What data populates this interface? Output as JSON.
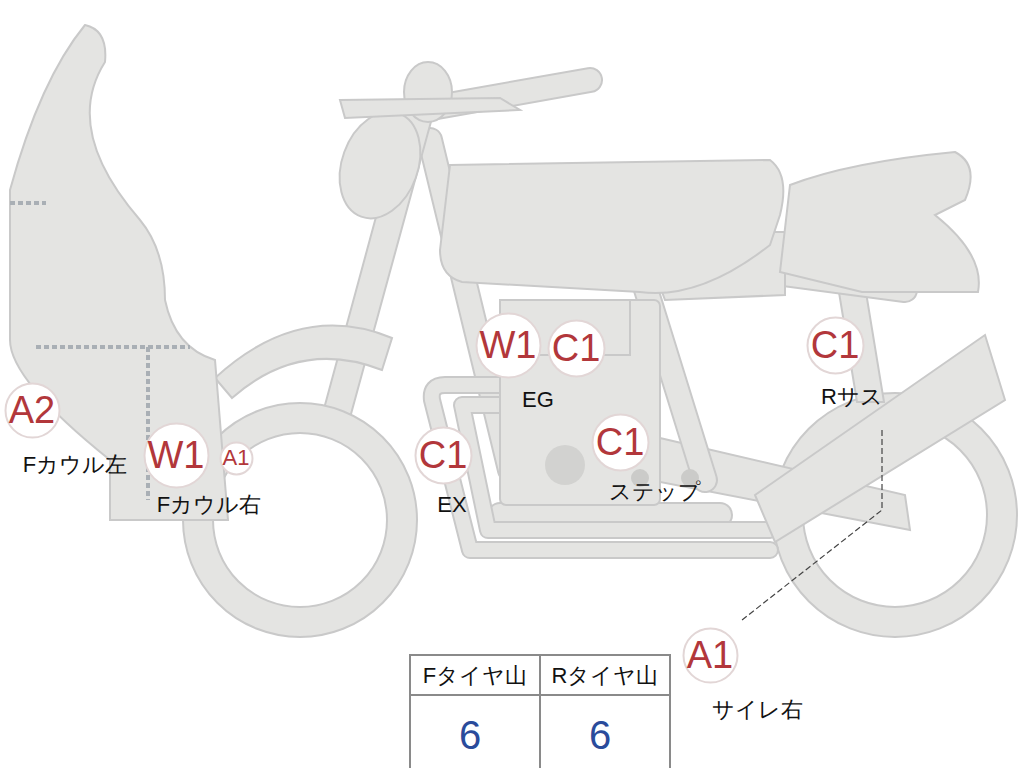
{
  "diagram": {
    "nodes": [
      {
        "text": [
          "W1"
        ]
      },
      {
        "text": [
          "C1"
        ]
      },
      {
        "text": [
          "C1"
        ]
      },
      {
        "text": [
          "A2"
        ]
      },
      {
        "text": [
          "C1"
        ]
      },
      {
        "text": [
          "W1"
        ]
      },
      {
        "text": [
          "A1"
        ]
      },
      {
        "text": [
          "C1"
        ]
      },
      {
        "text": [
          "A1"
        ]
      }
    ],
    "labels": [
      "Fカウル左",
      "Fカウル右",
      "EG",
      "EX",
      "ステップ",
      "Rサス",
      "サイレ右",
      "Fタイヤ山",
      "Rタイヤ山",
      "6",
      "6"
    ]
  }
}
